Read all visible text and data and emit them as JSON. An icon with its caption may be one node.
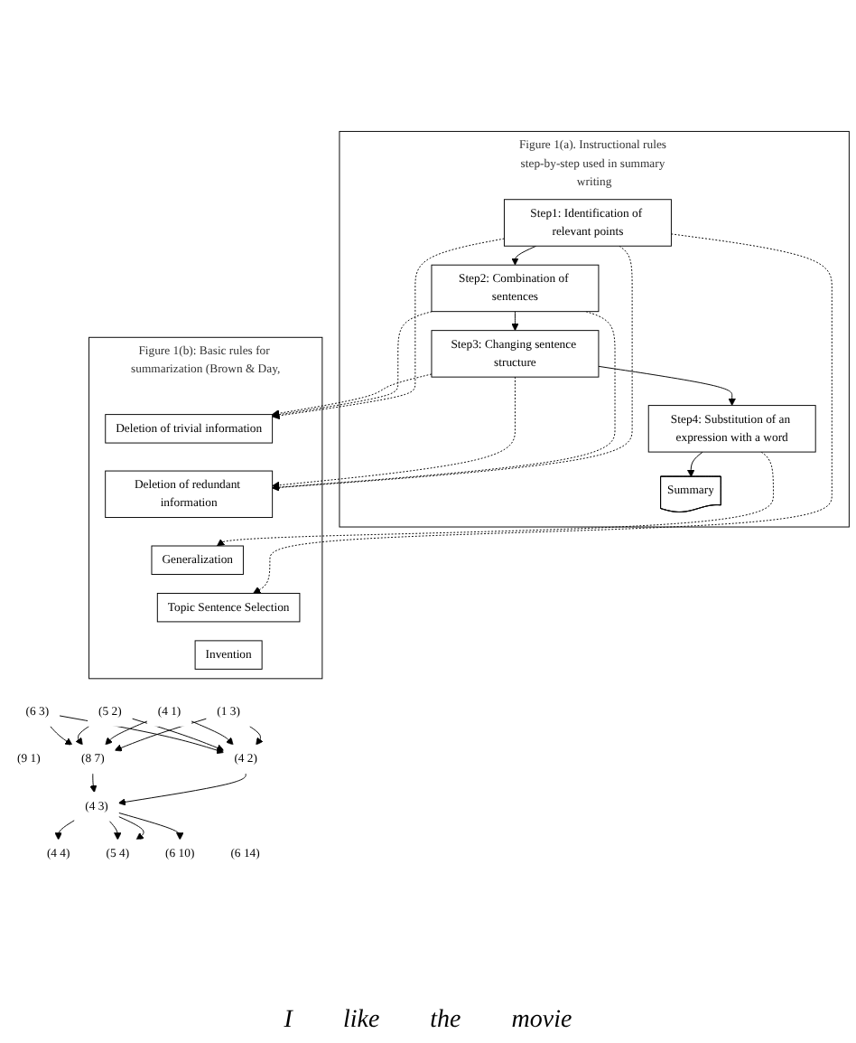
{
  "diagram": {
    "nodes": [
      {
        "text": [
          "Figure 1(a). Instructional rules step-by-step used in summary writing"
        ]
      },
      {
        "text": [
          "Step1: Identification of relevant points"
        ],
        "in": 0
      },
      {
        "text": [
          "Step2: Combination of sentences"
        ],
        "in": 0
      },
      {
        "text": [
          "Step3: Changing sentence structure"
        ],
        "in": 0
      },
      {
        "text": [
          "Step4: Substitution of an expression with a word"
        ],
        "in": 0
      },
      {
        "text": [
          "Summary"
        ],
        "in": 0
      },
      {
        "text": [
          "Figure 1(b): Basic rules for summarization (Brown & Day,"
        ]
      },
      {
        "text": [
          "Deletion of trivial information"
        ],
        "in": 6
      },
      {
        "text": [
          "Deletion of redundant information"
        ],
        "in": 6
      },
      {
        "text": [
          "Generalization"
        ],
        "in": 6
      },
      {
        "text": [
          "Topic Sentence Selection"
        ],
        "in": 6
      },
      {
        "text": [
          "Invention"
        ],
        "in": 6
      },
      {
        "text": [
          "(1 3)"
        ]
      },
      {
        "text": [
          "(4 1)"
        ]
      },
      {
        "text": [
          "(5 2)"
        ]
      },
      {
        "text": [
          "(6 3)"
        ]
      },
      {
        "text": [
          "(9 1)"
        ]
      },
      {
        "text": [
          "(4 2)"
        ]
      },
      {
        "text": [
          "(8 7)"
        ]
      },
      {
        "text": [
          "(4 3)"
        ]
      },
      {
        "text": [
          "(4 4)"
        ]
      },
      {
        "text": [
          "(5 4)"
        ]
      },
      {
        "text": [
          "(6 10)"
        ]
      },
      {
        "text": [
          "(6 14)"
        ]
      }
    ],
    "edges": [
      {
        "from": 1,
        "to": 2,
        "arrow": "to"
      },
      {
        "from": 2,
        "to": 3,
        "arrow": "to"
      },
      {
        "from": 3,
        "to": 4,
        "arrow": "to"
      },
      {
        "from": 4,
        "to": 5,
        "arrow": "to"
      },
      {
        "from": 1,
        "to": 7,
        "arrow": "to",
        "style": "dashed"
      },
      {
        "from": 1,
        "to": 8,
        "arrow": "to",
        "style": "dashed"
      },
      {
        "from": 1,
        "to": 10,
        "arrow": "to",
        "style": "dashed"
      },
      {
        "from": 2,
        "to": 7,
        "arrow": "to",
        "style": "dashed"
      },
      {
        "from": 2,
        "to": 8,
        "arrow": "to",
        "style": "dashed"
      },
      {
        "from": 3,
        "to": 7,
        "arrow": "to",
        "style": "dashed"
      },
      {
        "from": 3,
        "to": 8,
        "arrow": "to",
        "style": "dashed"
      },
      {
        "from": 4,
        "to": 9,
        "arrow": "to",
        "style": "dashed"
      },
      {
        "from": 12,
        "to": 17,
        "arrow": "to"
      },
      {
        "from": 12,
        "to": 18,
        "arrow": "to"
      },
      {
        "from": 13,
        "to": 17,
        "arrow": "to"
      },
      {
        "from": 13,
        "to": 18,
        "arrow": "to"
      },
      {
        "from": 14,
        "to": 17,
        "arrow": "to"
      },
      {
        "from": 14,
        "to": 18,
        "arrow": "to"
      },
      {
        "from": 15,
        "to": 17,
        "arrow": "to"
      },
      {
        "from": 15,
        "to": 18,
        "arrow": "to"
      },
      {
        "from": 17,
        "to": 19,
        "arrow": "to"
      },
      {
        "from": 18,
        "to": 19,
        "arrow": "to"
      },
      {
        "from": 19,
        "to": 20,
        "arrow": "to"
      },
      {
        "from": 19,
        "to": 21,
        "arrow": "to"
      },
      {
        "from": 19,
        "to": 21,
        "arrow": "to"
      },
      {
        "from": 19,
        "to": 22,
        "arrow": "to"
      }
    ],
    "labels": [
      "I",
      "like",
      "the",
      "movie"
    ]
  }
}
